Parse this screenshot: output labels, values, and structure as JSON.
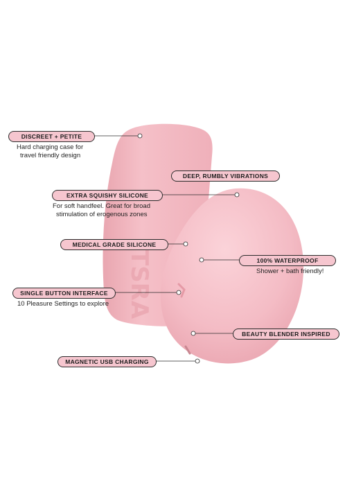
{
  "callouts": {
    "discreet": {
      "label": "DISCREET + PETITE",
      "desc_1": "Hard charging case for",
      "desc_2": "travel friendly design"
    },
    "vibrations": {
      "label": "DEEP, RUMBLY VIBRATIONS"
    },
    "squishy": {
      "label": "EXTRA SQUISHY SILICONE",
      "desc_1": "For soft handfeel. Great for broad",
      "desc_2": "stimulation of erogenous zones"
    },
    "medical": {
      "label": "MEDICAL GRADE SILICONE"
    },
    "waterproof": {
      "label": "100% WATERPROOF",
      "desc_1": "Shower + bath friendly!"
    },
    "button": {
      "label": "SINGLE BUTTON INTERFACE",
      "desc_1": "10 Pleasure Settings to explore"
    },
    "blender": {
      "label": "BEAUTY BLENDER INSPIRED"
    },
    "usb": {
      "label": "MAGNETIC USB CHARGING"
    }
  },
  "case_brand": "TSRA",
  "colors": {
    "pill": "#f6c6cf",
    "product": "#f3b9c2",
    "outline": "#2b2b2b"
  }
}
